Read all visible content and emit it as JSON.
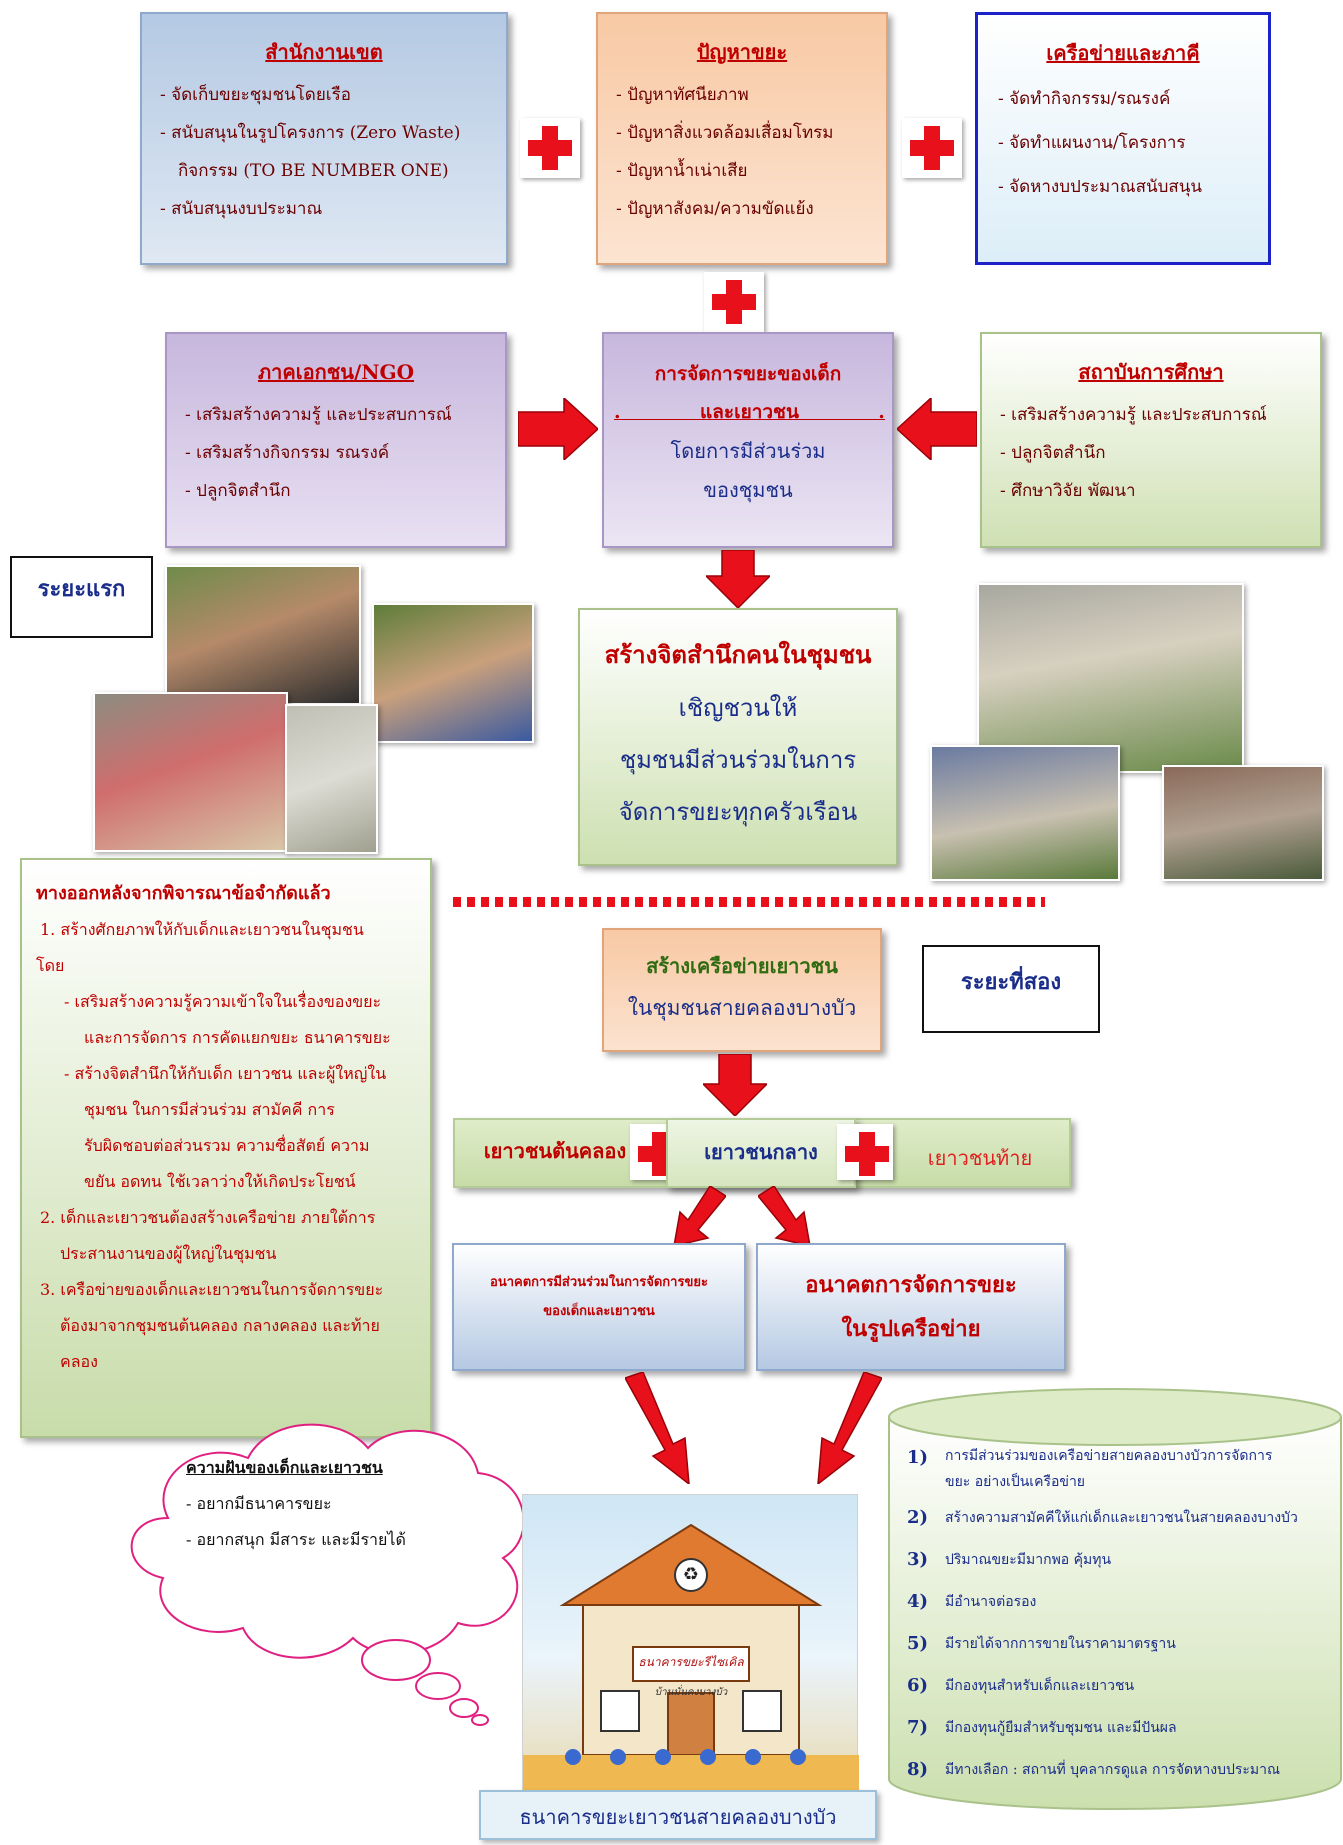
{
  "district": {
    "title": "สำนักงานเขต",
    "items": [
      "- จัดเก็บขยะชุมชนโดยเรือ",
      "- สนับสนุนในรูปโครงการ (Zero Waste)",
      "กิจกรรม (TO BE NUMBER ONE)",
      "- สนับสนุนงบประมาณ"
    ]
  },
  "problems": {
    "title": "ปัญหาขยะ",
    "items": [
      "- ปัญหาทัศนียภาพ",
      "- ปัญหาสิ่งแวดล้อมเสื่อมโทรม",
      "- ปัญหาน้ำเน่าเสีย",
      "- ปัญหาสังคม/ความขัดแย้ง"
    ]
  },
  "network": {
    "title": "เครือข่ายและภาคี",
    "items": [
      "- จัดทำกิจกรรม/รณรงค์",
      "- จัดทำแผนงาน/โครงการ",
      "- จัดหางบประมาณสนับสนุน"
    ]
  },
  "ngo": {
    "title": "ภาคเอกชน/NGO",
    "items": [
      "- เสริมสร้างความรู้ และประสบการณ์",
      "- เสริมสร้างกิจกรรม รณรงค์",
      "- ปลูกจิตสำนึก"
    ]
  },
  "center": {
    "line1": "การจัดการขยะของเด็ก",
    "line2": ".            และเยาวชน            .",
    "line3": "โดยการมีส่วนร่วม",
    "line4": "ของชุมชน"
  },
  "education": {
    "title": "สถาบันการศึกษา",
    "items": [
      "- เสริมสร้างความรู้ และประสบการณ์",
      "- ปลูกจิตสำนึก",
      "- ศึกษาวิจัย พัฒนา"
    ]
  },
  "phase1": "ระยะแรก",
  "phase2": "ระยะที่สอง",
  "awareness": {
    "line1": "สร้างจิตสำนึกคนในชุมชน",
    "line2": "เชิญชวนให้",
    "line3": "ชุมชนมีส่วนร่วมในการ",
    "line4": "จัดการขยะทุกครัวเรือน"
  },
  "solutions": {
    "title": "ทางออกหลังจากพิจารณาข้อจำกัดแล้ว",
    "lines": [
      "1. สร้างศักยภาพให้กับเด็กและเยาวชนในชุมชน",
      "โดย",
      "- เสริมสร้างความรู้ความเข้าใจในเรื่องของขยะ",
      "และการจัดการ การคัดแยกขยะ ธนาคารขยะ",
      "- สร้างจิตสำนึกให้กับเด็ก เยาวชน และผู้ใหญ่ใน",
      "ชุมชน ในการมีส่วนร่วม สามัคคี การ",
      "รับผิดชอบต่อส่วนรวม ความซื่อสัตย์ ความ",
      "ขยัน อดทน ใช้เวลาว่างให้เกิดประโยชน์",
      "2. เด็กและเยาวชนต้องสร้างเครือข่าย ภายใต้การ",
      "ประสานงานของผู้ใหญ่ในชุมชน",
      "3. เครือข่ายของเด็กและเยาวชนในการจัดการขยะ",
      "ต้องมาจากชุมชนต้นคลอง กลางคลอง และท้าย",
      "คลอง"
    ]
  },
  "youthnet": {
    "line1": "สร้างเครือข่ายเยาวชน",
    "line2": "ในชุมชนสายคลองบางบัว"
  },
  "youth": {
    "left": "เยาวชนต้นคลอง",
    "mid": "เยาวชนกลาง",
    "right": "เยาวชนท้าย"
  },
  "future1": {
    "line1": "อนาคตการมีส่วนร่วมในการจัดการขยะ",
    "line2": "ของเด็กและเยาวชน"
  },
  "future2": {
    "line1": "อนาคตการจัดการขยะ",
    "line2": "ในรูปเครือข่าย"
  },
  "dream": {
    "title": "ความฝันของเด็กและเยาวชน",
    "items": [
      "- อยากมีธนาคารขยะ",
      "- อยากสนุก มีสาระ และมีรายได้"
    ]
  },
  "outcomes": [
    {
      "n": "1)",
      "t": "การมีส่วนร่วมของเครือข่ายสายคลองบางบัวการจัดการขยะ อย่างเป็นเครือข่าย"
    },
    {
      "n": "2)",
      "t": "สร้างความสามัคคีให้แก่เด็กและเยาวชนในสายคลองบางบัว"
    },
    {
      "n": "3)",
      "t": "ปริมาณขยะมีมากพอ คุ้มทุน"
    },
    {
      "n": "4)",
      "t": "มีอำนาจต่อรอง"
    },
    {
      "n": "5)",
      "t": "มีรายได้จากการขายในราคามาตรฐาน"
    },
    {
      "n": "6)",
      "t": "มีกองทุนสำหรับเด็กและเยาวชน"
    },
    {
      "n": "7)",
      "t": "มีกองทุนกู้ยืมสำหรับชุมชน และมีปันผล"
    },
    {
      "n": "8)",
      "t": "มีทางเลือก : สถานที่ บุคลากรดูแล การจัดหางบประมาณ"
    }
  ],
  "bank": {
    "sign": "ธนาคารขยะรีไซเคิล",
    "subsign": "บ้านมั่นคงบางบัว",
    "caption": "ธนาคารขยะเยาวชนสายคลองบางบัว"
  },
  "colors": {
    "plus": "#e8101a",
    "arrow": "#e8101a",
    "dots": "#e8101a",
    "title": "#c00000",
    "blueText": "#1a2d8a"
  }
}
